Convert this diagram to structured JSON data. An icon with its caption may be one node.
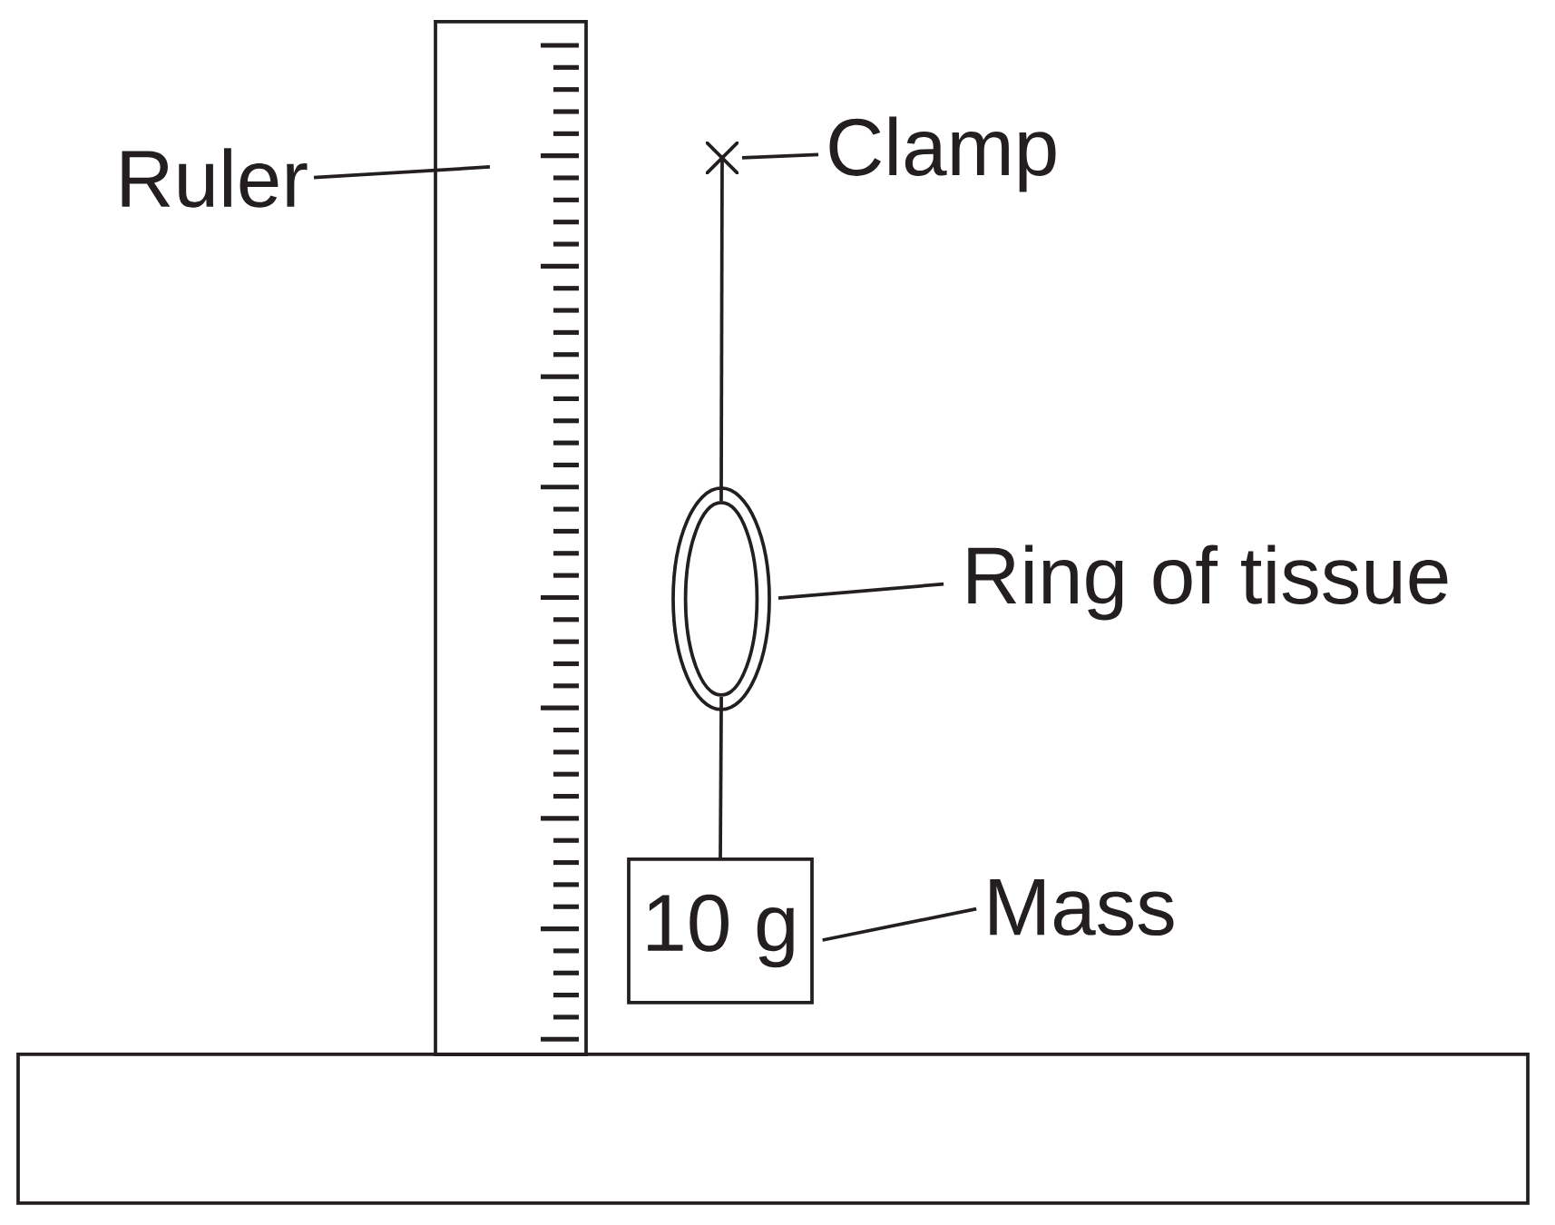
{
  "diagram": {
    "nodes": [
      {
        "text": [],
        "shape": "box"
      },
      {
        "text": [
          "Ruler"
        ]
      },
      {
        "text": [],
        "shape": "cross"
      },
      {
        "text": [
          "Clamp"
        ]
      },
      {
        "text": [],
        "shape": "ring"
      },
      {
        "text": [
          "Ring of tissue"
        ]
      },
      {
        "text": [
          "10 g"
        ]
      },
      {
        "text": [
          "Mass"
        ]
      },
      {
        "text": [],
        "shape": "box"
      }
    ],
    "edges": [
      {
        "from": 1,
        "to": 0,
        "arrow": "none"
      },
      {
        "from": 3,
        "to": 2,
        "arrow": "none"
      },
      {
        "from": 2,
        "to": 4,
        "arrow": "none"
      },
      {
        "from": 5,
        "to": 4,
        "arrow": "none"
      },
      {
        "from": 4,
        "to": 6,
        "arrow": "none"
      },
      {
        "from": 7,
        "to": 6,
        "arrow": "none"
      }
    ]
  }
}
